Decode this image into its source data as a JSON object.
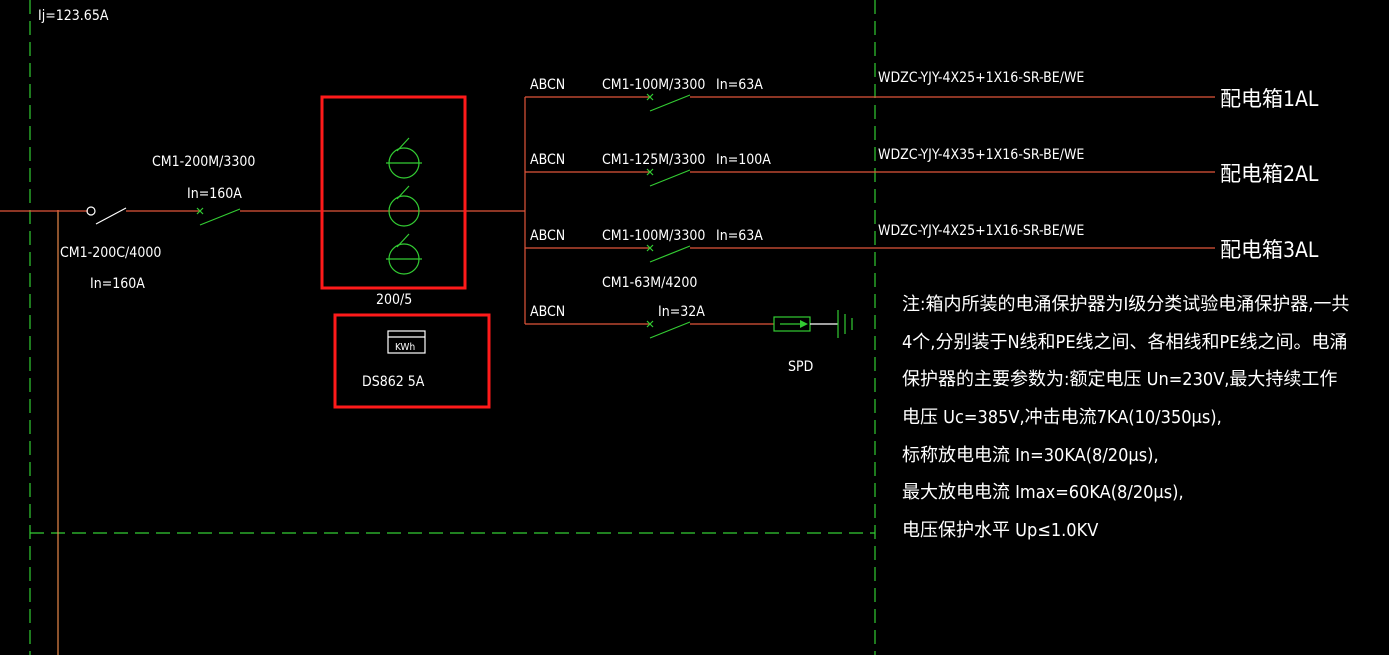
{
  "header": {
    "current_label": "Ij=123.65A"
  },
  "incoming": {
    "isolator_model": "CM1-200C/4000",
    "isolator_rating": "In=160A",
    "breaker_model": "CM1-200M/3300",
    "breaker_rating": "In=160A"
  },
  "ct_block": {
    "ratio": "200/5"
  },
  "meter": {
    "symbol_text": "KWh",
    "model": "DS862  5A"
  },
  "branches": [
    {
      "phase": "ABCN",
      "breaker": "CM1-100M/3300",
      "rating": "In=63A",
      "cable": "WDZC-YJY-4X25+1X16-SR-BE/WE",
      "dest": "配电箱1AL"
    },
    {
      "phase": "ABCN",
      "breaker": "CM1-125M/3300",
      "rating": "In=100A",
      "cable": "WDZC-YJY-4X35+1X16-SR-BE/WE",
      "dest": "配电箱2AL"
    },
    {
      "phase": "ABCN",
      "breaker": "CM1-100M/3300",
      "rating": "In=63A",
      "cable": "WDZC-YJY-4X25+1X16-SR-BE/WE",
      "dest": "配电箱3AL"
    }
  ],
  "spd_branch": {
    "phase": "ABCN",
    "breaker": "CM1-63M/4200",
    "rating": "In=32A",
    "device": "SPD"
  },
  "note_lines": [
    "注:箱内所装的电涌保护器为Ⅰ级分类试验电涌保护器,一共",
    "4个,分别装于N线和PE线之间、各相线和PE线之间。电涌",
    "保护器的主要参数为:额定电压  Un=230V,最大持续工作",
    "电压  Uc=385V,冲击电流7KA(10/350μs),",
    "标称放电电流  In=30KA(8/20μs),",
    "最大放电电流  Imax=60KA(8/20μs),",
    "电压保护水平  Up≤1.0KV"
  ],
  "colors": {
    "background": "#000000",
    "wire": "#e0553a",
    "frame": "#33cc33",
    "highlight": "#ff1a1a",
    "text": "#ffffff"
  }
}
